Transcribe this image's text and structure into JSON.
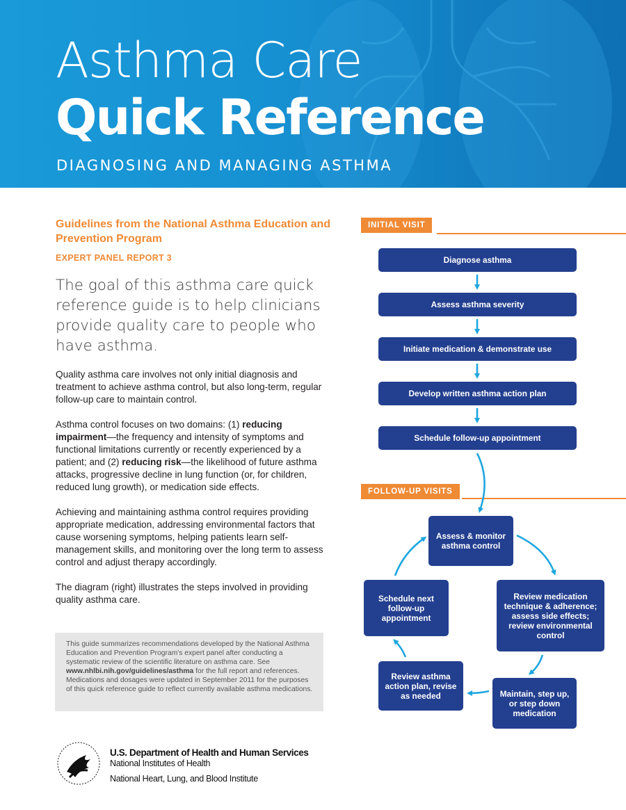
{
  "header": {
    "title_line1": "Asthma Care",
    "title_line2": "Quick Reference",
    "subtitle": "DIAGNOSING AND MANAGING ASTHMA"
  },
  "left": {
    "guidelines": "Guidelines from the National Asthma Education and Prevention Program",
    "report": "EXPERT PANEL REPORT 3",
    "goal": "The goal of this asthma care quick reference guide is to help clinicians provide quality care to people who have asthma.",
    "para1": "Quality asthma care involves not only initial diagnosis and treatment to achieve asthma control, but also long-term, regular follow-up care to maintain control.",
    "para2_a": "Asthma control focuses on two domains:  (1) ",
    "para2_b": "reducing impairment",
    "para2_c": "—the frequency and intensity of symptoms and functional limitations currently or recently experienced by a patient; and (2) ",
    "para2_d": "reducing risk",
    "para2_e": "—the likelihood of future asthma attacks, progressive decline in lung function (or, for children, reduced lung growth), or medication side effects.",
    "para3": "Achieving and maintaining asthma control requires providing appropriate medication, addressing environmental factors that cause worsening symptoms, helping patients learn self-management skills, and monitoring over the long term to assess control and adjust therapy accordingly.",
    "para4": "The diagram (right) illustrates the steps involved in providing quality asthma care."
  },
  "note": {
    "text_a": "This guide summarizes recommendations developed by the National Asthma Education and Prevention Program's expert panel after conducting a systematic review of the scientific literature on asthma care.  See ",
    "link": "www.nhlbi.nih.gov/guidelines/asthma",
    "text_b": " for the full report and references.  Medications and dosages were updated in September 2011 for the purposes of this quick reference guide to reflect currently available asthma medications."
  },
  "footer": {
    "dept": "U.S. Department of Health and Human Services",
    "nih": "National Institutes of Health",
    "nhlbi": "National Heart, Lung, and Blood Institute"
  },
  "flow": {
    "initial_label": "INITIAL VISIT",
    "followup_label": "FOLLOW-UP VISITS",
    "initial_steps": [
      "Diagnose asthma",
      "Assess asthma severity",
      "Initiate medication & demonstrate use",
      "Develop written asthma action plan",
      "Schedule follow-up appointment"
    ],
    "cycle": {
      "assess": "Assess & monitor asthma control",
      "review_med": "Review medication technique & adherence; assess side effects; review environmental control",
      "maintain": "Maintain, step up, or step down medication",
      "review_plan": "Review asthma action plan, revise as needed",
      "schedule": "Schedule next follow-up appointment"
    }
  },
  "colors": {
    "banner_blue": "#1a9ad9",
    "orange": "#ef8a35",
    "navy": "#233f8f",
    "arrow_blue": "#1ea6e0"
  }
}
